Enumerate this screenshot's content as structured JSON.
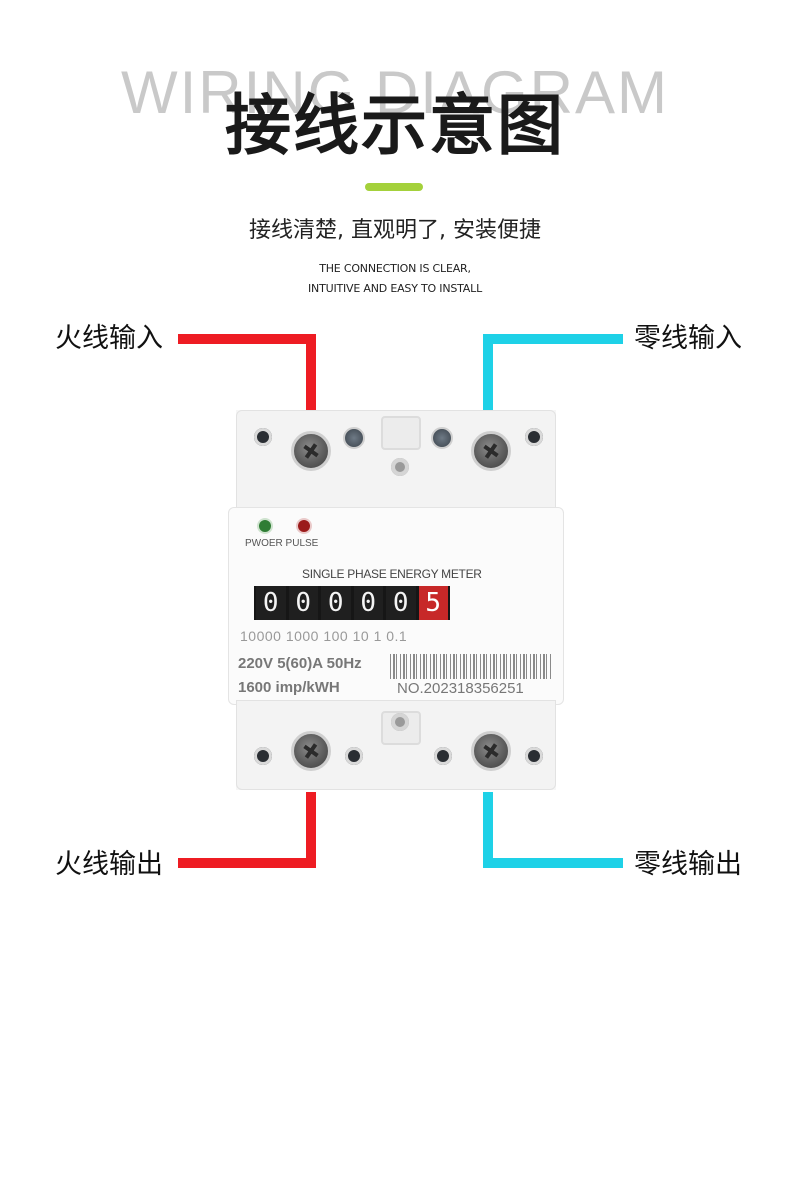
{
  "header": {
    "title_en": "WIRING DIAGRAM",
    "title_cn": "接线示意图",
    "subtitle_cn": "接线清楚, 直观明了, 安装便捷",
    "subtitle_en_line1": "THE CONNECTION IS CLEAR,",
    "subtitle_en_line2": "INTUITIVE AND EASY TO INSTALL"
  },
  "labels": {
    "live_in": "火线输入",
    "neutral_in": "零线输入",
    "live_out": "火线输出",
    "neutral_out": "零线输出"
  },
  "meter": {
    "led_labels": "PWOER PULSE",
    "title": "SINGLE PHASE ENERGY METER",
    "digits": [
      "0",
      "0",
      "0",
      "0",
      "0",
      "5"
    ],
    "scale": "10000 1000 100 10 1 0.1",
    "rating": "220V 5(60)A 50Hz",
    "imp": "1600 imp/kWH",
    "serial": "NO.202318356251"
  },
  "colors": {
    "live_wire": "#ee1c23",
    "neutral_wire": "#1ed1e7",
    "accent": "#a4d13b"
  }
}
